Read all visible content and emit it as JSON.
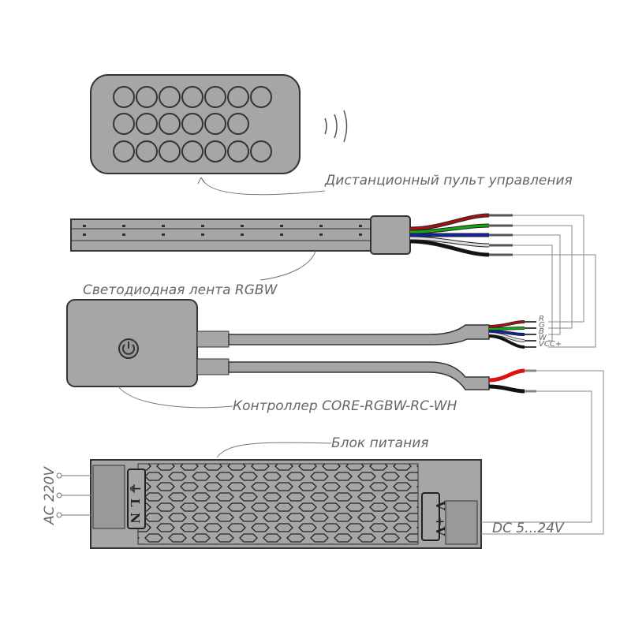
{
  "labels": {
    "remote": "Дистанционный пульт управления",
    "strip": "Светодиодная лента RGBW",
    "controller": "Контроллер  CORE-RGBW-RC-WH",
    "psu": "Блок питания",
    "ac_input": "AC 220V",
    "dc_output": "DC 5...24V"
  },
  "wires": [
    "R",
    "G",
    "B",
    "W",
    "VCC+"
  ],
  "wire_colors": {
    "R": "#a11",
    "G": "#1a1",
    "B": "#12a",
    "W": "#ddd",
    "VCC+": "#111"
  },
  "psu_terminals": {
    "ground": "⏚",
    "l": "L",
    "n": "N",
    "neg": "-V",
    "pos": "+V"
  },
  "colors": {
    "body": "#a6a6a6",
    "outline": "#333333",
    "text": "#666666"
  }
}
